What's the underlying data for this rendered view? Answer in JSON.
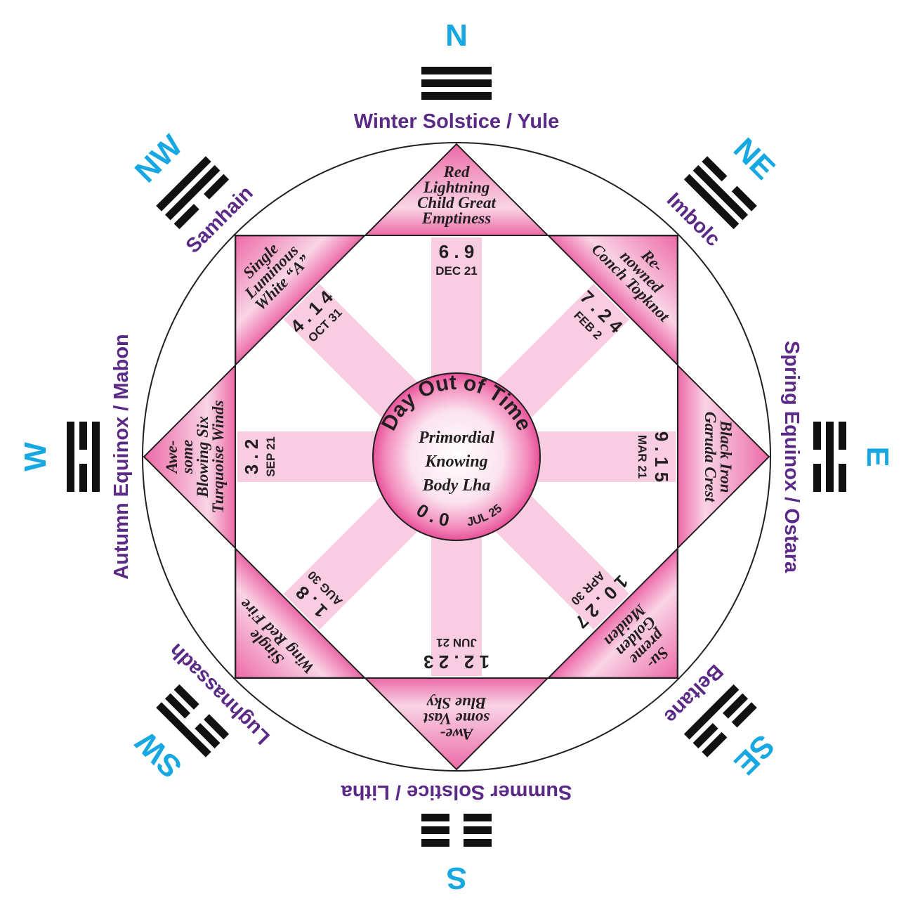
{
  "colors": {
    "direction": "#17a8e2",
    "festival": "#5b2a86",
    "trigram": "#111111",
    "outline": "#231f20",
    "ray": "#f8cce1",
    "triangle_fill": "#ec6aa6",
    "triangle_light": "#f9d4e5"
  },
  "center": {
    "title": "Day Out of Time",
    "lines": [
      "Primordial",
      "Knowing",
      "Body Lha"
    ],
    "number": "0 . 0",
    "date": "JUL 25"
  },
  "points": [
    {
      "dir": "N",
      "trigram": [
        2,
        2,
        2
      ],
      "festival": "Winter Solstice / Yule",
      "label_lines": [
        "Red",
        "Lightning",
        "Child Great",
        "Emptiness"
      ],
      "number": "6 . 9",
      "date": "DEC 21"
    },
    {
      "dir": "NE",
      "trigram": [
        1,
        2,
        2
      ],
      "festival": "Imbolc",
      "label_lines": [
        "Re-",
        "nowned",
        "Conch Topknot"
      ],
      "number": "7 . 2 4",
      "date": "FEB 2"
    },
    {
      "dir": "E",
      "trigram": [
        1,
        2,
        1
      ],
      "festival": "Spring Equinox / Ostara",
      "label_lines": [
        "Black Iron",
        "Garuda Crest"
      ],
      "number": "9 . 1 5",
      "date": "MAR 21"
    },
    {
      "dir": "SE",
      "trigram": [
        1,
        1,
        2
      ],
      "festival": "Beltane",
      "label_lines": [
        "Su-",
        "preme",
        "Golden",
        "Maiden"
      ],
      "number": "1 0 . 2 7",
      "date": "APR 30"
    },
    {
      "dir": "S",
      "trigram": [
        1,
        1,
        1
      ],
      "festival": "Summer Solstice / Litha",
      "label_lines": [
        "Awe-",
        "some Vast",
        "Blue Sky"
      ],
      "number": "1 2 . 2 3",
      "date": "JUN 21"
    },
    {
      "dir": "SW",
      "trigram": [
        2,
        1,
        1
      ],
      "festival": "Lughnassadh",
      "label_lines": [
        "Single",
        "Wing Red Fire"
      ],
      "number": "1 . 8",
      "date": "AUG 30"
    },
    {
      "dir": "W",
      "trigram": [
        2,
        1,
        2
      ],
      "festival": "Autumn Equinox / Mabon",
      "label_lines": [
        "Awe-",
        "some",
        "Blowing Six",
        "Turquoise Winds"
      ],
      "number": "3 . 2",
      "date": "SEP 21"
    },
    {
      "dir": "NW",
      "trigram": [
        2,
        2,
        1
      ],
      "festival": "Samhain",
      "label_lines": [
        "Single",
        "Luminous",
        "White “A”"
      ],
      "number": "4 . 1 4",
      "date": "OCT 31"
    }
  ]
}
